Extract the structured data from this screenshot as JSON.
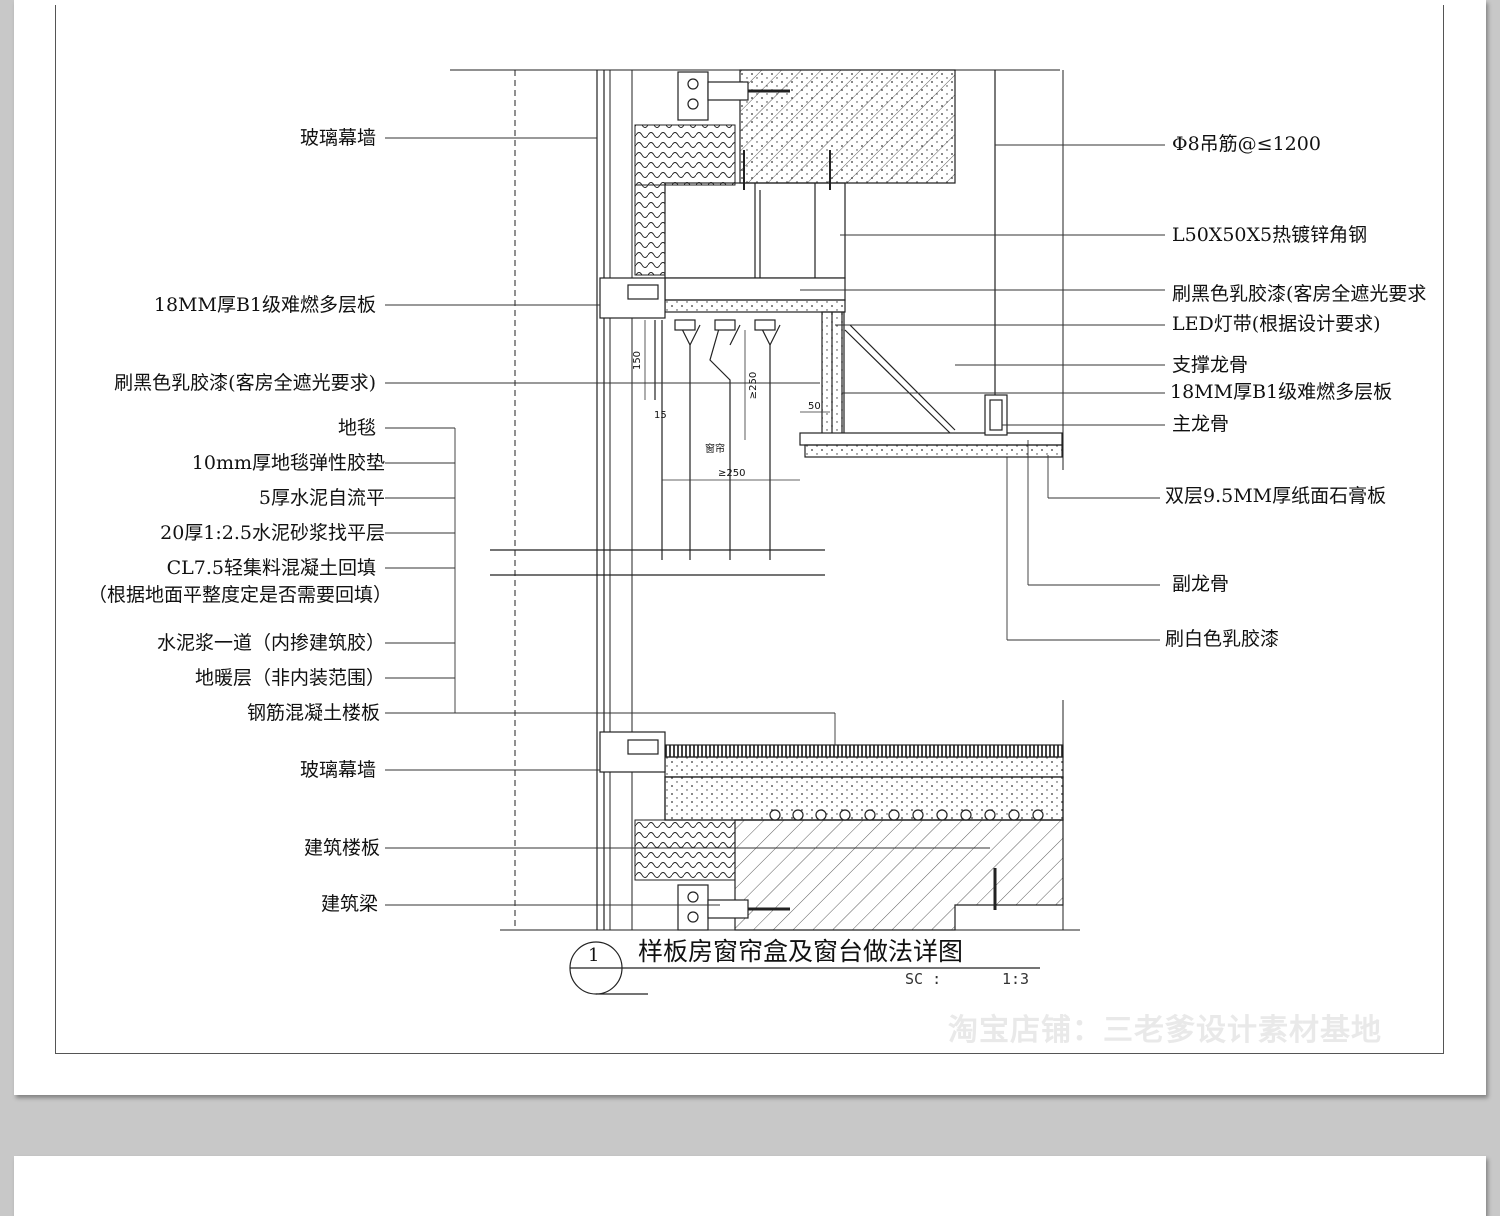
{
  "drawing": {
    "title": "样板房窗帘盒及窗台做法详图",
    "detail_number": "1",
    "scale_label": "SC :",
    "scale_value": "1:3",
    "watermark": "淘宝店铺：三老爹设计素材基地"
  },
  "left_labels": [
    "玻璃幕墙",
    "18MM厚B1级难燃多层板",
    "刷黑色乳胶漆(客房全遮光要求)",
    "地毯",
    "10mm厚地毯弹性胶垫",
    "5厚水泥自流平",
    "20厚1:2.5水泥砂浆找平层",
    "CL7.5轻集料混凝土回填",
    "（根据地面平整度定是否需要回填）",
    "水泥浆一道（内掺建筑胶）",
    "地暖层（非内装范围）",
    "钢筋混凝土楼板",
    "玻璃幕墙",
    "建筑楼板",
    "建筑梁"
  ],
  "right_labels": [
    "Φ8吊筋@≤1200",
    "L50X50X5热镀锌角钢",
    "刷黑色乳胶漆(客房全遮光要求",
    "LED灯带(根据设计要求)",
    "支撑龙骨",
    "18MM厚B1级难燃多层板",
    "主龙骨",
    "双层9.5MM厚纸面石膏板",
    "副龙骨",
    "刷白色乳胶漆"
  ],
  "dimensions": [
    "150",
    "15",
    "≥250",
    "50",
    "≥250",
    "窗帘"
  ]
}
